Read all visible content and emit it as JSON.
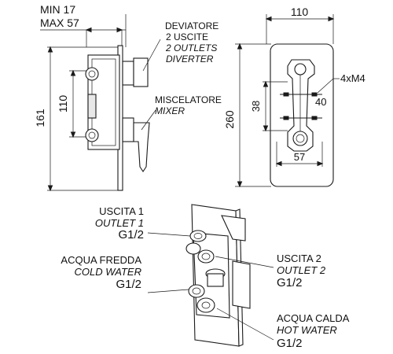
{
  "side_view": {
    "min_label": "MIN 17",
    "max_label": "MAX 57",
    "height_outer": "161",
    "height_inner": "110",
    "diverter_it": "DEVIATORE",
    "diverter_it_2": "2 USCITE",
    "diverter_en": "2 OUTLETS",
    "diverter_en_2": "DIVERTER",
    "mixer_it": "MISCELATORE",
    "mixer_en": "MIXER"
  },
  "front_view": {
    "width": "110",
    "height": "260",
    "screws": "4xM4",
    "dim_38": "38",
    "dim_40": "40",
    "dim_57": "57"
  },
  "iso_view": {
    "outlet1_it": "USCITA 1",
    "outlet1_en": "OUTLET 1",
    "outlet1_size": "G1/2",
    "cold_it": "ACQUA FREDDA",
    "cold_en": "COLD WATER",
    "cold_size": "G1/2",
    "outlet2_it": "USCITA 2",
    "outlet2_en": "OUTLET 2",
    "outlet2_size": "G1/2",
    "hot_it": "ACQUA CALDA",
    "hot_en": "HOT WATER",
    "hot_size": "G1/2"
  }
}
